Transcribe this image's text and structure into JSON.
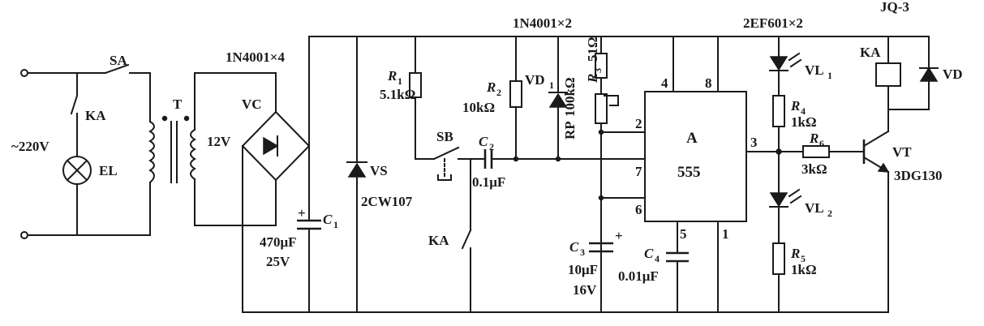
{
  "mains": {
    "supply": "~220V",
    "switch": "SA",
    "relay_contact": "KA",
    "lamp": "EL",
    "transformer": "T"
  },
  "rectifier": {
    "diodes": "1N4001×4",
    "name": "VC",
    "voltage": "12V"
  },
  "c1": {
    "name": "C",
    "sub": "1",
    "value": "470μF",
    "voltage": "25V"
  },
  "zener": {
    "name": "VS",
    "part": "2CW107"
  },
  "r1": {
    "name": "R",
    "sub": "1",
    "value": "5.1kΩ"
  },
  "r2": {
    "name": "R",
    "sub": "2",
    "value": "10kΩ"
  },
  "vd1": {
    "name": "VD",
    "sub": "1",
    "diodes": "1N4001×2"
  },
  "r3": {
    "name": "R",
    "sub": "3",
    "value": "51Ω"
  },
  "rp": {
    "name": "RP",
    "value": "100kΩ"
  },
  "sb": {
    "name": "SB"
  },
  "c2": {
    "name": "C",
    "sub": "2",
    "value": "0.1μF"
  },
  "ka2": {
    "name": "KA"
  },
  "c3": {
    "name": "C",
    "sub": "3",
    "value": "10μF",
    "voltage": "16V"
  },
  "c4": {
    "name": "C",
    "sub": "4",
    "value": "0.01μF"
  },
  "ic": {
    "name": "A",
    "part": "555",
    "pins": {
      "p4": "4",
      "p8": "8",
      "p2": "2",
      "p7": "7",
      "p6": "6",
      "p3": "3",
      "p5": "5",
      "p1": "1"
    }
  },
  "leds": {
    "part": "2EF601×2",
    "vl1": {
      "name": "VL",
      "sub": "1"
    },
    "vl2": {
      "name": "VL",
      "sub": "2"
    }
  },
  "r4": {
    "name": "R",
    "sub": "4",
    "value": "1kΩ"
  },
  "r5": {
    "name": "R",
    "sub": "5",
    "value": "1kΩ"
  },
  "r6": {
    "name": "R",
    "sub": "6",
    "value": "3kΩ"
  },
  "relay": {
    "model": "JQ-3",
    "name": "KA"
  },
  "vd": {
    "name": "VD"
  },
  "vt": {
    "name": "VT",
    "part": "3DG130"
  }
}
